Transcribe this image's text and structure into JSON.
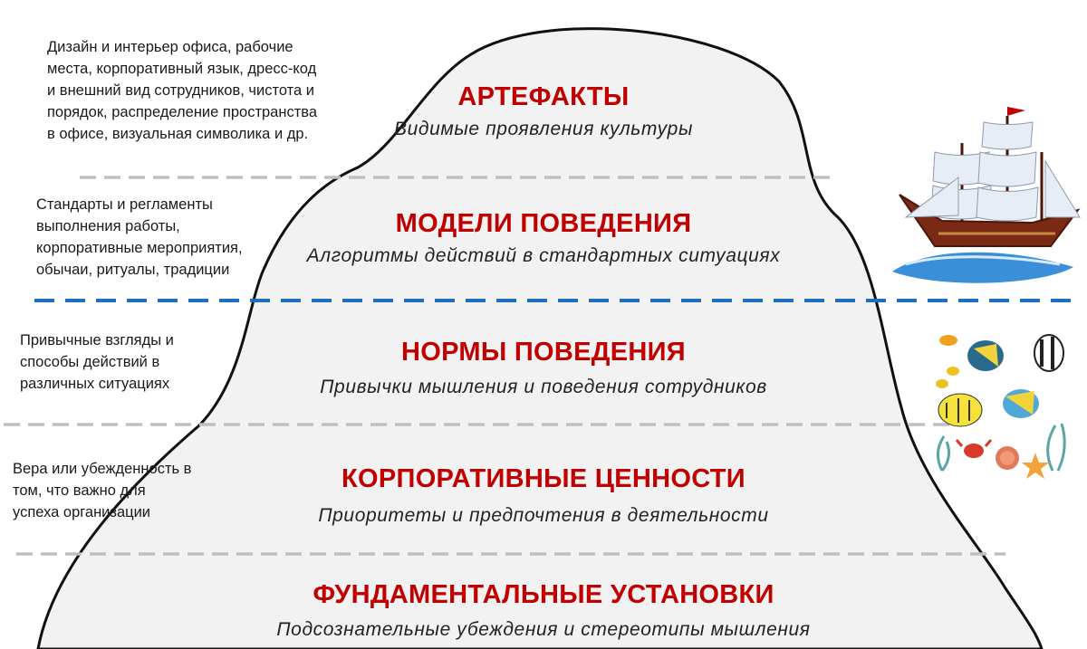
{
  "layers": [
    {
      "title": "АРТЕФАКТЫ",
      "subtitle": "Видимые проявления культуры",
      "note": [
        "Дизайн и интерьер офиса, рабочие",
        "места, корпоративный язык, дресс-код",
        "и внешний вид сотрудников, чистота и",
        "порядок, распределение пространства",
        "в офисе, визуальная символика и др."
      ]
    },
    {
      "title": "МОДЕЛИ ПОВЕДЕНИЯ",
      "subtitle": "Алгоритмы действий в стандартных ситуациях",
      "note": [
        "Стандарты и регламенты",
        "выполнения работы,",
        "корпоративные мероприятия,",
        "обычаи, ритуалы, традиции"
      ]
    },
    {
      "title": "НОРМЫ ПОВЕДЕНИЯ",
      "subtitle": "Привычки мышления и поведения сотрудников",
      "note": [
        "Привычные взгляды и",
        "способы действий в",
        "различных ситуациях"
      ]
    },
    {
      "title": "КОРПОРАТИВНЫЕ ЦЕННОСТИ",
      "subtitle": "Приоритеты и предпочтения в деятельности",
      "note": [
        "Вера или убежденность в",
        "том, что важно для",
        "успеха организации"
      ]
    },
    {
      "title": "ФУНДАМЕНТАЛЬНЫЕ УСТАНОВКИ",
      "subtitle": "Подсознательные убеждения и стереотипы мышления",
      "note": []
    }
  ],
  "colors": {
    "title": "#c00000",
    "iceberg_fill": "#f2f2f2",
    "iceberg_stroke": "#111111",
    "waterline": "#1f6fbf",
    "divider": "#bfbfbf"
  },
  "icons": [
    "sailing-ship-icon",
    "tropical-fish-icon",
    "crab-icon",
    "starfish-icon",
    "coral-icon",
    "seaweed-icon"
  ]
}
